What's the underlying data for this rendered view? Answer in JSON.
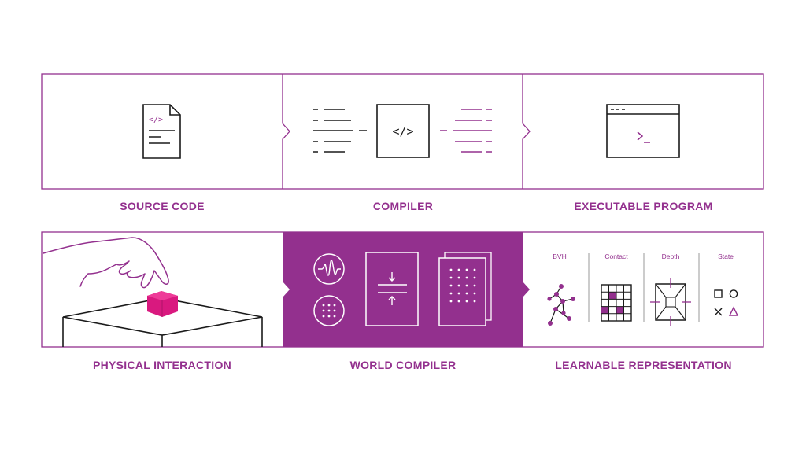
{
  "colors": {
    "accent": "#93308e",
    "magenta": "#d9197f",
    "ink": "#1a1a1a",
    "background": "#ffffff"
  },
  "row1": {
    "stages": [
      {
        "label": "SOURCE CODE",
        "icon": "source-file-icon"
      },
      {
        "label": "COMPILER",
        "icon": "compiler-code-icon"
      },
      {
        "label": "EXECUTABLE PROGRAM",
        "icon": "terminal-window-icon"
      }
    ]
  },
  "row2": {
    "stages": [
      {
        "label": "PHYSICAL INTERACTION",
        "icon": "hand-picking-cube-icon"
      },
      {
        "label": "WORLD COMPILER",
        "icon": "world-compiler-icon"
      },
      {
        "label": "LEARNABLE REPRESENTATION",
        "icon": "representation-icons"
      }
    ],
    "representations": [
      "BVH",
      "Contact",
      "Depth",
      "State"
    ]
  }
}
